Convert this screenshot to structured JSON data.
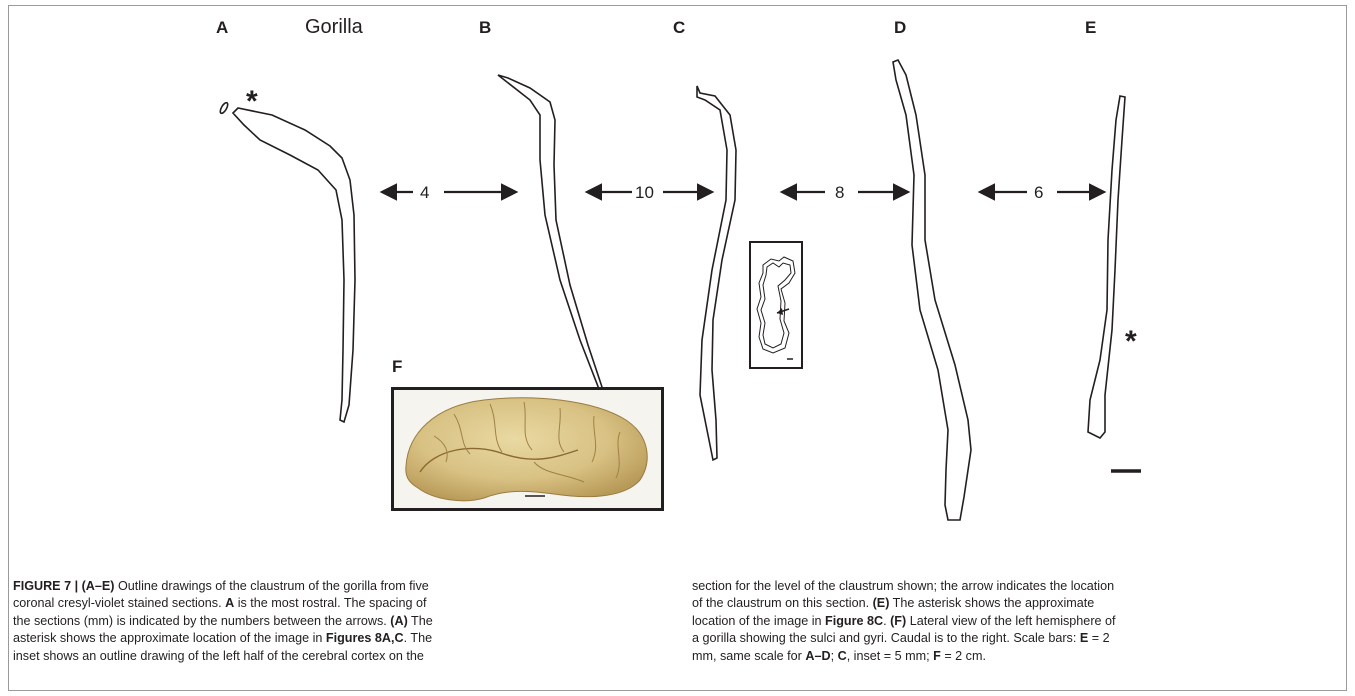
{
  "figure": {
    "panels": {
      "A": "A",
      "B": "B",
      "C": "C",
      "D": "D",
      "E": "E",
      "F": "F"
    },
    "species": "Gorilla",
    "spacings_mm": [
      "4",
      "10",
      "8",
      "6"
    ],
    "asterisk": "*"
  },
  "caption": {
    "label": "FIGURE 7 | (A–E)",
    "left_column": [
      {
        "text": "Outline drawings of the claustrum of the gorilla from five"
      },
      {
        "text": "coronal cresyl-violet stained sections. "
      },
      {
        "b1": "A",
        "t1": " is the most rostral. The spacing of"
      },
      {
        "text": "the sections (mm) is indicated by the numbers between the arrows. "
      },
      {
        "b1": "(A)",
        "t1": " The"
      },
      {
        "text": "asterisk shows the approximate location of the image in "
      },
      {
        "b1": "Figures 8A,C",
        "t1": ". The"
      },
      {
        "text": "inset shows an outline drawing of the left half of the cerebral cortex on the"
      }
    ],
    "right_column": [
      "section for the level of the claustrum shown; the arrow indicates the location",
      "of the claustrum on this section. ",
      "(E)",
      " The asterisk shows the approximate",
      "location of the image in ",
      "Figure 8C",
      ". ",
      "(F)",
      " Lateral view of the left hemisphere of",
      "a gorilla showing the sulci and gyri. Caudal is to the right. Scale bars: ",
      "E",
      " = 2",
      "mm, same scale for ",
      "A–D",
      "; ",
      "C",
      ", inset = 5 mm; ",
      "F",
      " = 2 cm."
    ]
  }
}
